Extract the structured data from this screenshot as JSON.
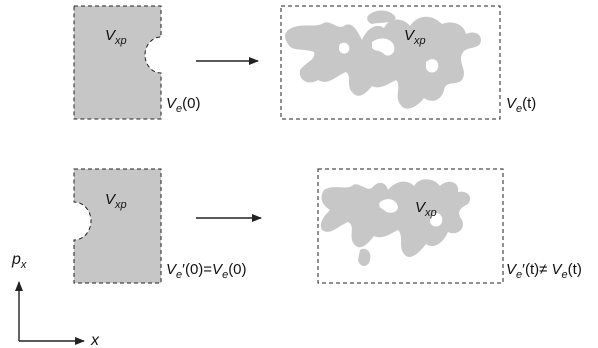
{
  "colors": {
    "fill_gray": "#c6c6c6",
    "blob_gray": "#c7c7c7",
    "line": "#222222",
    "text": "#111111"
  },
  "labels": {
    "vxp": {
      "base": "V",
      "sub": "xp"
    },
    "top_left": {
      "base": "V",
      "sub": "e",
      "arg": "(0)"
    },
    "top_right": {
      "base": "V",
      "sub": "e",
      "arg": "(t)"
    },
    "bottom_left": {
      "base": "V",
      "sub": "e",
      "prime_arg": "′(0)=",
      "base2": "V",
      "sub2": "e",
      "arg2": "(0)"
    },
    "bottom_right": {
      "base": "V",
      "sub": "e",
      "prime_arg": "′(t)≠ ",
      "base2": "V",
      "sub2": "e",
      "arg2": "(t)"
    },
    "axis_y": {
      "base": "p",
      "sub": "x"
    },
    "axis_x": "x"
  },
  "icons": [
    "arrow-right-icon",
    "axis-arrow-icon"
  ]
}
